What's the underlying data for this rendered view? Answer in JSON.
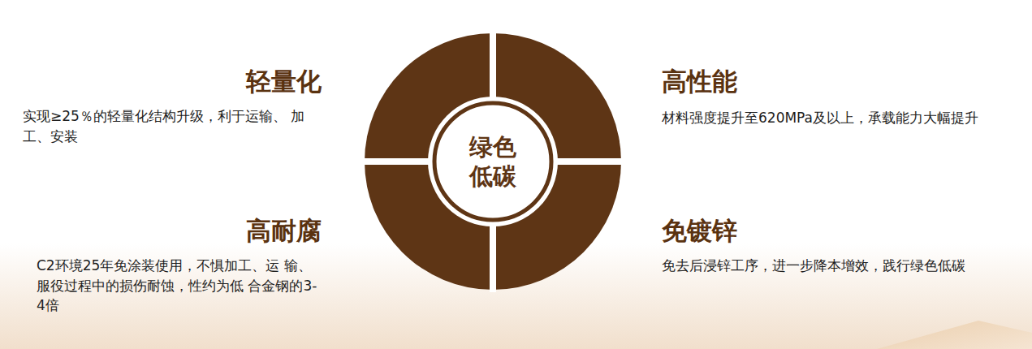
{
  "diagram": {
    "nodes": [
      {
        "text": [
          "绿色 低碳"
        ]
      }
    ],
    "labels": [
      "轻量化",
      "实现≥25％的轻量化结构升级，利于运输、 加工、安装",
      "高性能",
      "材料强度提升至620MPa及以上，承载能力大幅提升",
      "高耐腐",
      "C2环境25年免涂装使用，不惧加工、运 输、服役过程中的损伤耐蚀，性约为低 合金钢的3-4倍",
      "免镀锌",
      "免去后浸锌工序，进一步降本增效，践行绿色低碳"
    ]
  }
}
